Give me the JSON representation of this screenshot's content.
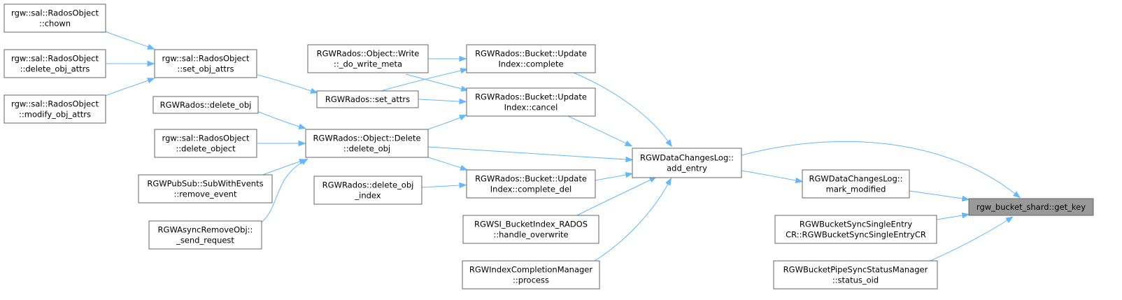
{
  "theme": {
    "edge_color": "#63b8ff",
    "node_border": "#666666",
    "focus_fill": "#999999"
  },
  "nodes": {
    "chown": [
      "rgw::sal::RadosObject",
      "::chown"
    ],
    "delete_obj_attrs": [
      "rgw::sal::RadosObject",
      "::delete_obj_attrs"
    ],
    "modify_obj_attrs": [
      "rgw::sal::RadosObject",
      "::modify_obj_attrs"
    ],
    "set_obj_attrs": [
      "rgw::sal::RadosObject",
      "::set_obj_attrs"
    ],
    "rgwrados_delete_obj": [
      "RGWRados::delete_obj"
    ],
    "rados_object_delete_object": [
      "rgw::sal::RadosObject",
      "::delete_object"
    ],
    "remove_event": [
      "RGWPubSub::SubWithEvents",
      "::remove_event"
    ],
    "send_request": [
      "RGWAsyncRemoveObj::",
      "_send_request"
    ],
    "do_write_meta": [
      "RGWRados::Object::Write",
      "::_do_write_meta"
    ],
    "set_attrs": [
      "RGWRados::set_attrs"
    ],
    "object_delete_delete_obj": [
      "RGWRados::Object::Delete",
      "::delete_obj"
    ],
    "delete_obj_index": [
      "RGWRados::delete_obj",
      "_index"
    ],
    "update_complete": [
      "RGWRados::Bucket::Update",
      "Index::complete"
    ],
    "update_cancel": [
      "RGWRados::Bucket::Update",
      "Index::cancel"
    ],
    "update_complete_del": [
      "RGWRados::Bucket::Update",
      "Index::complete_del"
    ],
    "handle_overwrite": [
      "RGWSI_BucketIndex_RADOS",
      "::handle_overwrite"
    ],
    "process": [
      "RGWIndexCompletionManager",
      "::process"
    ],
    "add_entry": [
      "RGWDataChangesLog::",
      "add_entry"
    ],
    "mark_modified": [
      "RGWDataChangesLog::",
      "mark_modified"
    ],
    "sync_single_entry": [
      "RGWBucketSyncSingleEntry",
      "CR::RGWBucketSyncSingleEntryCR"
    ],
    "status_oid": [
      "RGWBucketPipeSyncStatusManager",
      "::status_oid"
    ],
    "get_key": [
      "rgw_bucket_shard::get_key"
    ]
  }
}
